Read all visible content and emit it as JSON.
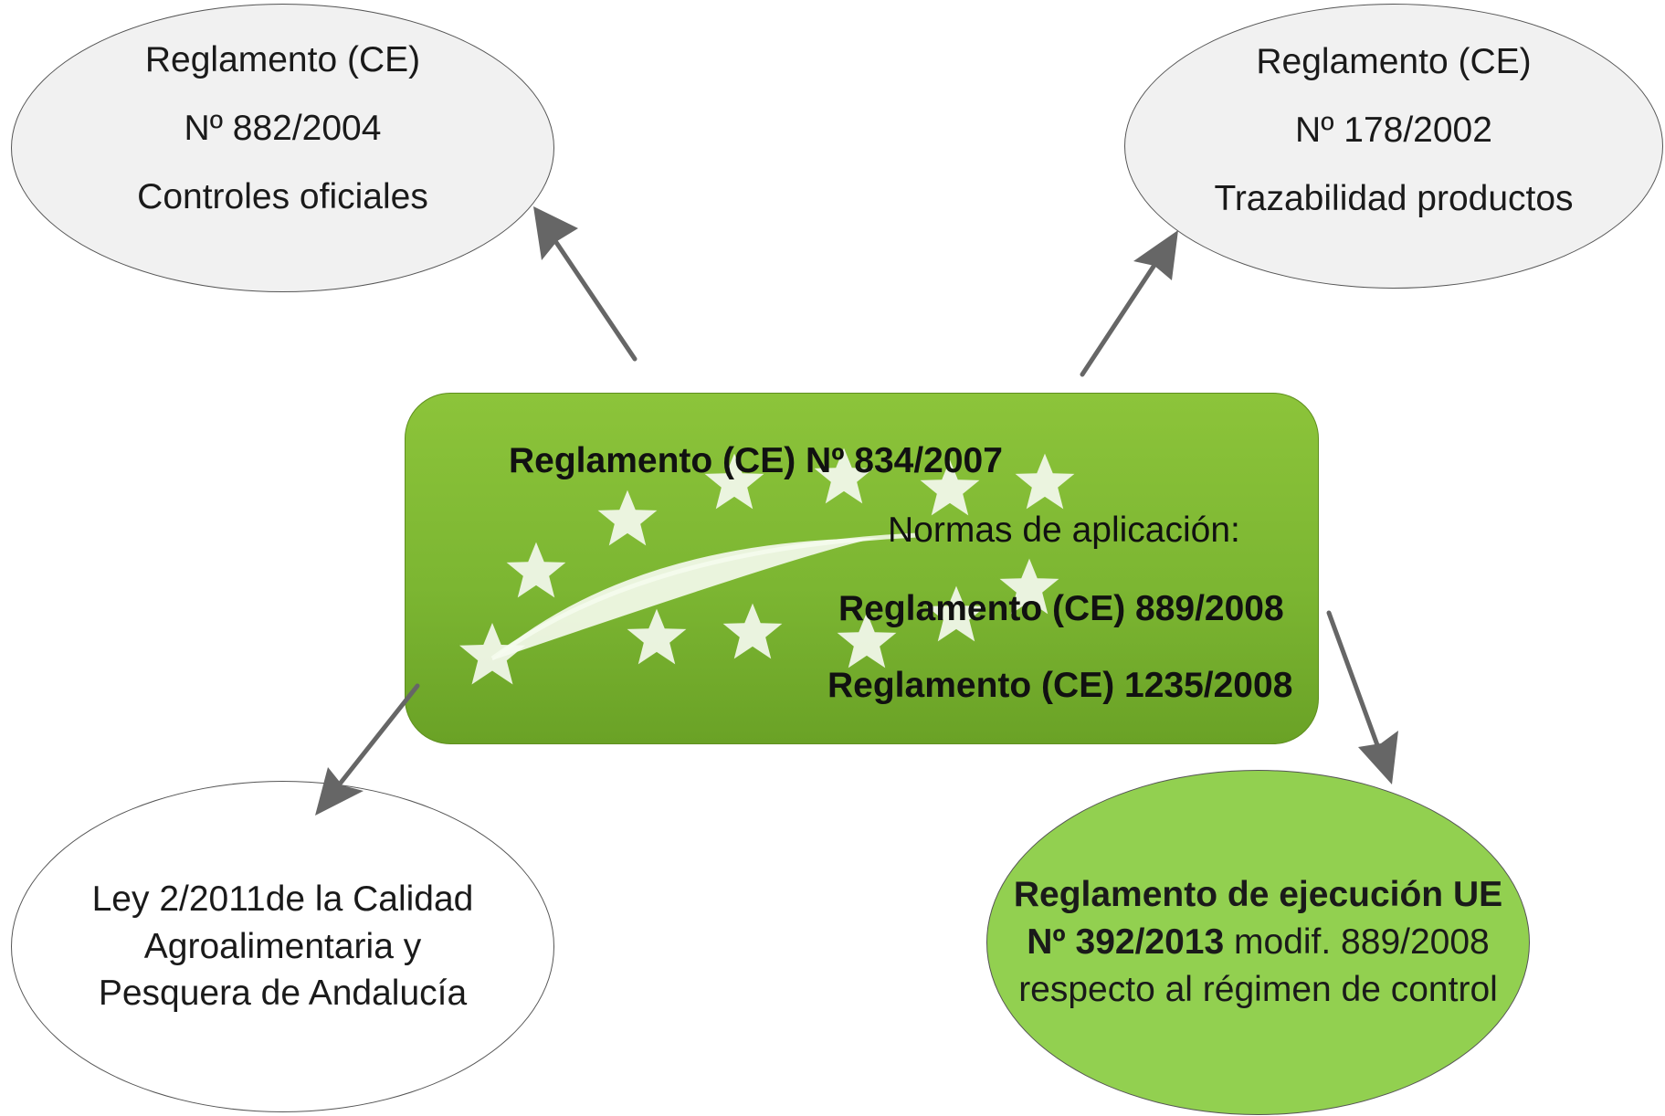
{
  "nodes": {
    "top_left": {
      "line1": "Reglamento (CE)",
      "line2": "Nº 882/2004",
      "line3": "Controles oficiales"
    },
    "top_right": {
      "line1": "Reglamento (CE)",
      "line2": "Nº 178/2002",
      "line3": "Trazabilidad productos"
    },
    "center": {
      "title": "Reglamento (CE) Nº 834/2007",
      "subtitle": "Normas de aplicación:",
      "rule1": "Reglamento (CE) 889/2008",
      "rule2": "Reglamento (CE) 1235/2008"
    },
    "bottom_left": {
      "line1": "Ley 2/2011de la Calidad",
      "line2": "Agroalimentaria y",
      "line3": "Pesquera de Andalucía"
    },
    "bottom_right": {
      "line1_bold": "Reglamento de ejecución UE",
      "line2_bold": "Nº 392/2013",
      "line2_rest": " modif. 889/2008",
      "line3": "respecto al régimen de control"
    }
  },
  "colors": {
    "center_fill": "#7cb632",
    "bottom_right_fill": "#92d050",
    "top_fill": "#f1f1f1",
    "arrow": "#666666"
  }
}
